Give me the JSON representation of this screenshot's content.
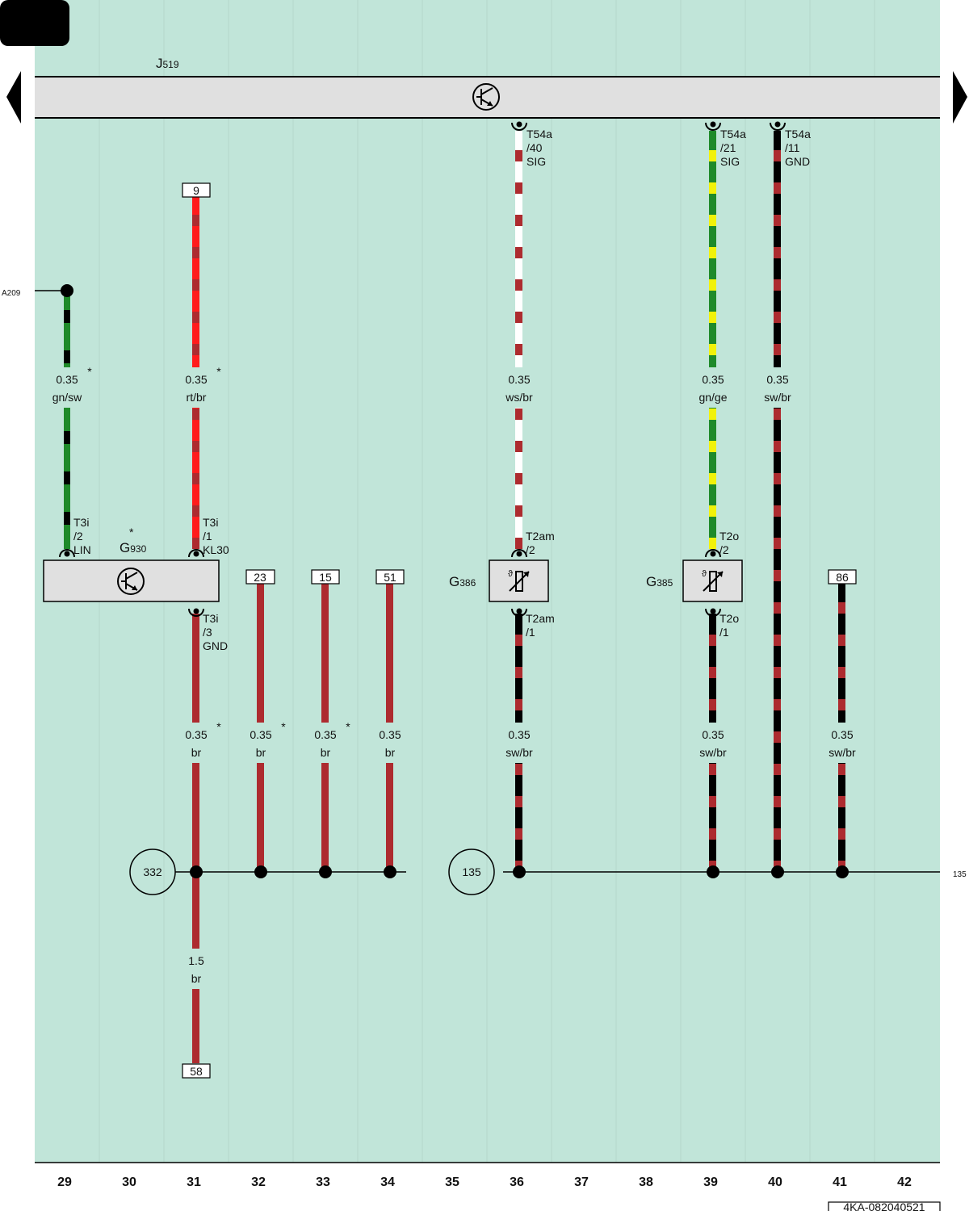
{
  "page": {
    "corner_tab": "",
    "doc_code": "4KA-082040521",
    "left_ref": "A209",
    "right_ref": "135"
  },
  "colors": {
    "background": "#c1e5d9",
    "bar_fill": "#e0e0e0",
    "br": "#ad2b2f",
    "sw": "#000000",
    "ws": "#ffffff",
    "gn": "#1f8a2a",
    "ge": "#f2f20a",
    "rt": "#ff1c1c"
  },
  "control_unit": {
    "name": "J",
    "sub": "519",
    "icon": "transistor-icon"
  },
  "module_g930": {
    "name": "G",
    "sub": "930",
    "star": "*",
    "icon": "transistor-icon"
  },
  "sensors": [
    {
      "name": "G",
      "sub": "386",
      "icon": "temperature-sensor-icon"
    },
    {
      "name": "G",
      "sub": "385",
      "icon": "temperature-sensor-icon"
    }
  ],
  "grounds": [
    "332",
    "135"
  ],
  "columns": [
    "29",
    "30",
    "31",
    "32",
    "33",
    "34",
    "35",
    "36",
    "37",
    "38",
    "39",
    "40",
    "41",
    "42"
  ],
  "refs": {
    "r9": "9",
    "r23": "23",
    "r15": "15",
    "r51": "51",
    "r86": "86",
    "r58": "58"
  },
  "pins": {
    "t54a40": {
      "l1": "T54a",
      "l2": "/40",
      "l3": "SIG"
    },
    "t54a21": {
      "l1": "T54a",
      "l2": "/21",
      "l3": "SIG"
    },
    "t54a11": {
      "l1": "T54a",
      "l2": "/11",
      "l3": "GND"
    },
    "t3i2": {
      "l1": "T3i",
      "l2": "/2",
      "l3": "LIN"
    },
    "t3i1": {
      "l1": "T3i",
      "l2": "/1",
      "l3": "KL30"
    },
    "t3i3": {
      "l1": "T3i",
      "l2": "/3",
      "l3": "GND"
    },
    "t2am2": {
      "l1": "T2am",
      "l2": "/2"
    },
    "t2am1": {
      "l1": "T2am",
      "l2": "/1"
    },
    "t2o2": {
      "l1": "T2o",
      "l2": "/2"
    },
    "t2o1": {
      "l1": "T2o",
      "l2": "/1"
    }
  },
  "wires": {
    "w_gnsw": {
      "size": "0.35",
      "color": "gn/sw",
      "star": "*"
    },
    "w_rtbr": {
      "size": "0.35",
      "color": "rt/br",
      "star": "*"
    },
    "w_wsbr": {
      "size": "0.35",
      "color": "ws/br"
    },
    "w_gnge": {
      "size": "0.35",
      "color": "gn/ge"
    },
    "w_swbr40": {
      "size": "0.35",
      "color": "sw/br"
    },
    "w_br31": {
      "size": "0.35",
      "color": "br",
      "star": "*"
    },
    "w_br32": {
      "size": "0.35",
      "color": "br",
      "star": "*"
    },
    "w_br33": {
      "size": "0.35",
      "color": "br",
      "star": "*"
    },
    "w_br34": {
      "size": "0.35",
      "color": "br"
    },
    "w_swbr36": {
      "size": "0.35",
      "color": "sw/br"
    },
    "w_swbr39": {
      "size": "0.35",
      "color": "sw/br"
    },
    "w_swbr41": {
      "size": "0.35",
      "color": "sw/br"
    },
    "w_br31b": {
      "size": "1.5",
      "color": "br"
    }
  }
}
